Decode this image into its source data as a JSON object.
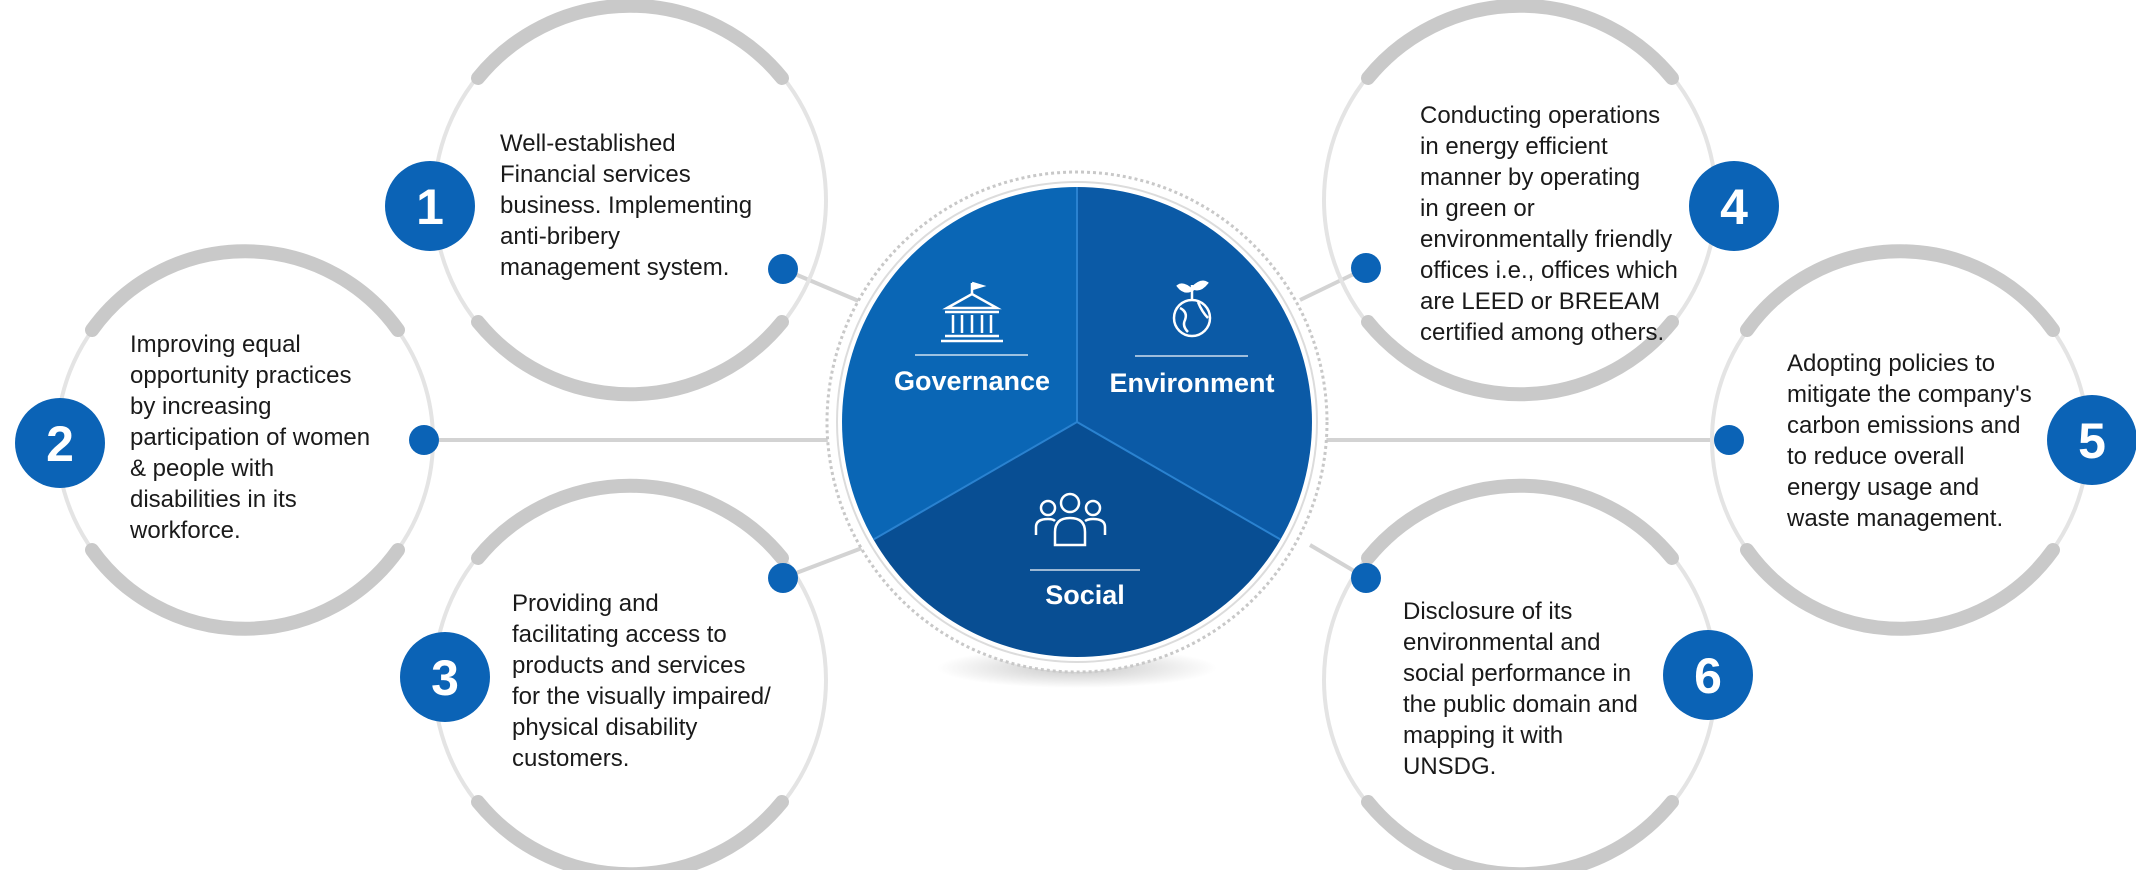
{
  "center": {
    "segments": [
      {
        "label": "Governance",
        "icon": "bank-icon",
        "color": "#0a66b5"
      },
      {
        "label": "Environment",
        "icon": "globe-sprout-icon",
        "color": "#0b5aa6"
      },
      {
        "label": "Social",
        "icon": "people-group-icon",
        "color": "#084e93"
      }
    ]
  },
  "items": [
    {
      "number": "1",
      "lines": [
        "Well-established",
        "Financial services",
        "business. Implementing",
        "anti-bribery",
        "management system."
      ]
    },
    {
      "number": "2",
      "lines": [
        "Improving equal",
        "opportunity practices",
        "by increasing",
        "participation of women",
        "& people with",
        "disabilities in its",
        "workforce."
      ]
    },
    {
      "number": "3",
      "lines": [
        "Providing and",
        "facilitating access to",
        "products and services",
        "for the visually impaired/",
        "physical disability",
        "customers."
      ]
    },
    {
      "number": "4",
      "lines": [
        "Conducting operations",
        "in energy efficient",
        "manner by operating",
        "in green or",
        "environmentally friendly",
        "offices i.e., offices which",
        "are LEED or BREEAM",
        "certified among others."
      ]
    },
    {
      "number": "5",
      "lines": [
        "Adopting policies to",
        "mitigate the company's",
        "carbon emissions and",
        "to reduce overall",
        "energy usage and",
        "waste management."
      ]
    },
    {
      "number": "6",
      "lines": [
        "Disclosure of its",
        "environmental and",
        "social performance in",
        "the public domain and",
        "mapping it with",
        "UNSDG."
      ]
    }
  ],
  "colors": {
    "accent": "#0b63b6",
    "ring": "#c9c9c9",
    "ring_light": "#e4e4e4",
    "connector": "#d3d3d3"
  }
}
